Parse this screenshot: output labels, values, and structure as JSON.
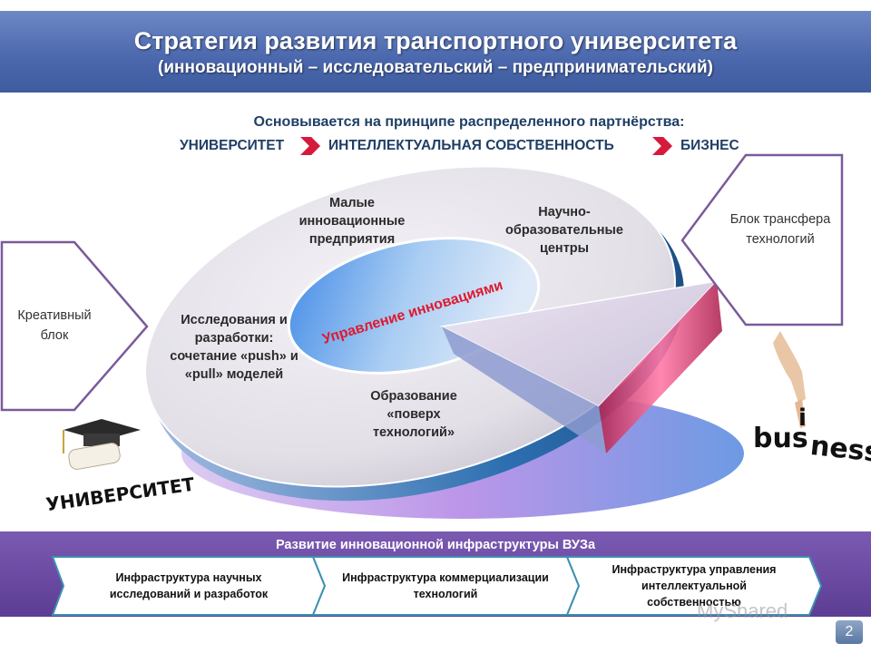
{
  "header": {
    "title": "Стратегия развития транспортного университета",
    "subtitle": "(инновационный – исследовательский – предпринимательский)"
  },
  "principle": {
    "text": "Основывается на принципе распределенного партнёрства:",
    "chain": [
      "УНИВЕРСИТЕТ",
      "ИНТЕЛЛЕКТУАЛЬНАЯ СОБСТВЕННОСТЬ",
      "БИЗНЕС"
    ]
  },
  "blocks": {
    "left": "Креативный блок",
    "right": "Блок трансфера технологий"
  },
  "disk": {
    "center": "Управление инновациями",
    "sectors": {
      "small_enterprises": "Малые инновационные предприятия",
      "research_centers": "Научно-образовательные центры",
      "rnd": "Исследования и разработки: сочетание «push» и «pull» моделей",
      "education": "Образование «поверх технологий»"
    }
  },
  "brands": {
    "university": "УНИВЕРСИТЕТ",
    "business_bus": "bus",
    "business_i": "i",
    "business_ness": "ness"
  },
  "infrastructure": {
    "title": "Развитие инновационной инфраструктуры ВУЗа",
    "items": [
      "Инфраструктура научных исследований и разработок",
      "Инфраструктура коммерциализации технологий",
      "Инфраструктура управления интеллектуальной собственностью"
    ]
  },
  "page_number": "2",
  "watermark": "MyShared",
  "colors": {
    "header": "#4a67ad",
    "arrow": "#d61a3c",
    "infra_bar": "#6a4aa0",
    "text_dark": "#1f3f66"
  }
}
